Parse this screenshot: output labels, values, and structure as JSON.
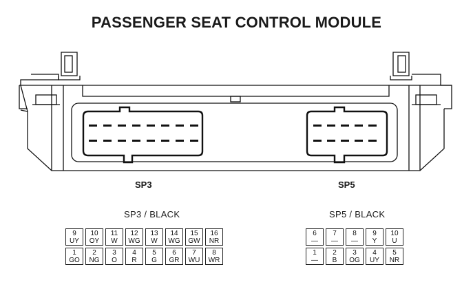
{
  "title": "PASSENGER SEAT CONTROL MODULE",
  "connectors": {
    "sp3": {
      "label": "SP3"
    },
    "sp5": {
      "label": "SP5"
    }
  },
  "pinouts": {
    "sp3": {
      "title": "SP3 / BLACK",
      "top_row": [
        {
          "num": "9",
          "wire": "UY"
        },
        {
          "num": "10",
          "wire": "OY"
        },
        {
          "num": "11",
          "wire": "W"
        },
        {
          "num": "12",
          "wire": "WG"
        },
        {
          "num": "13",
          "wire": "W"
        },
        {
          "num": "14",
          "wire": "WG"
        },
        {
          "num": "15",
          "wire": "GW"
        },
        {
          "num": "16",
          "wire": "NR"
        }
      ],
      "bottom_row": [
        {
          "num": "1",
          "wire": "GO"
        },
        {
          "num": "2",
          "wire": "NG"
        },
        {
          "num": "3",
          "wire": "O"
        },
        {
          "num": "4",
          "wire": "R"
        },
        {
          "num": "5",
          "wire": "G"
        },
        {
          "num": "6",
          "wire": "GR"
        },
        {
          "num": "7",
          "wire": "WU"
        },
        {
          "num": "8",
          "wire": "WR"
        }
      ]
    },
    "sp5": {
      "title": "SP5 / BLACK",
      "top_row": [
        {
          "num": "6",
          "wire": "—"
        },
        {
          "num": "7",
          "wire": "—"
        },
        {
          "num": "8",
          "wire": "—"
        },
        {
          "num": "9",
          "wire": "Y"
        },
        {
          "num": "10",
          "wire": "U"
        }
      ],
      "bottom_row": [
        {
          "num": "1",
          "wire": "—"
        },
        {
          "num": "2",
          "wire": "B"
        },
        {
          "num": "3",
          "wire": "OG"
        },
        {
          "num": "4",
          "wire": "UY"
        },
        {
          "num": "5",
          "wire": "NR"
        }
      ]
    }
  }
}
